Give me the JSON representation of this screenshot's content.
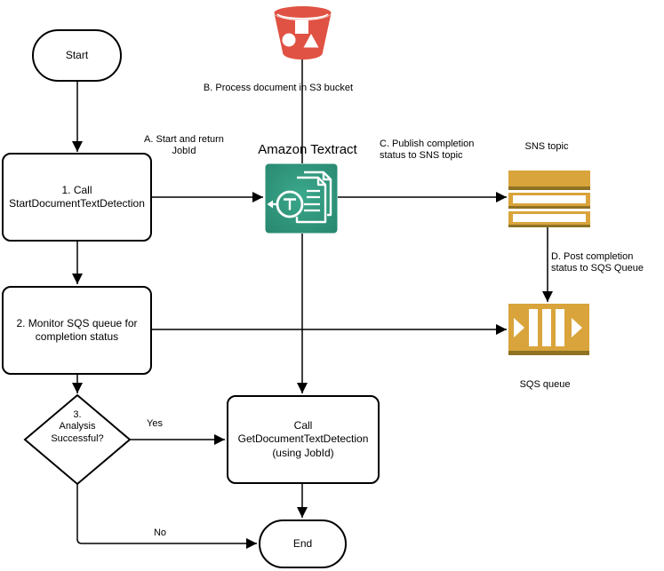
{
  "colors": {
    "s3-red": "#E05243",
    "textract-green-dark": "#27866E",
    "textract-green-light": "#3BA88C",
    "aws-gold": "#D9A43B",
    "aws-gold-shadow": "#8E7123",
    "line-black": "#000000"
  },
  "nodes": {
    "start": "Start",
    "step1": "1. Call\nStartDocumentTextDetection",
    "step2": "2. Monitor SQS queue for\ncompletion status",
    "decision": "3.\nAnalysis\nSuccessful?",
    "getdoc": "Call\nGetDocumentTextDetection\n(using JobId)",
    "end": "End"
  },
  "services": {
    "textract": "Amazon Textract",
    "sns": "SNS topic",
    "sqs": "SQS queue"
  },
  "edge_labels": {
    "a": "A. Start and return\nJobId",
    "b": "B. Process document in S3 bucket",
    "c": "C. Publish completion\nstatus to SNS topic",
    "d": "D. Post completion\nstatus to SQS Queue",
    "yes": "Yes",
    "no": "No"
  }
}
